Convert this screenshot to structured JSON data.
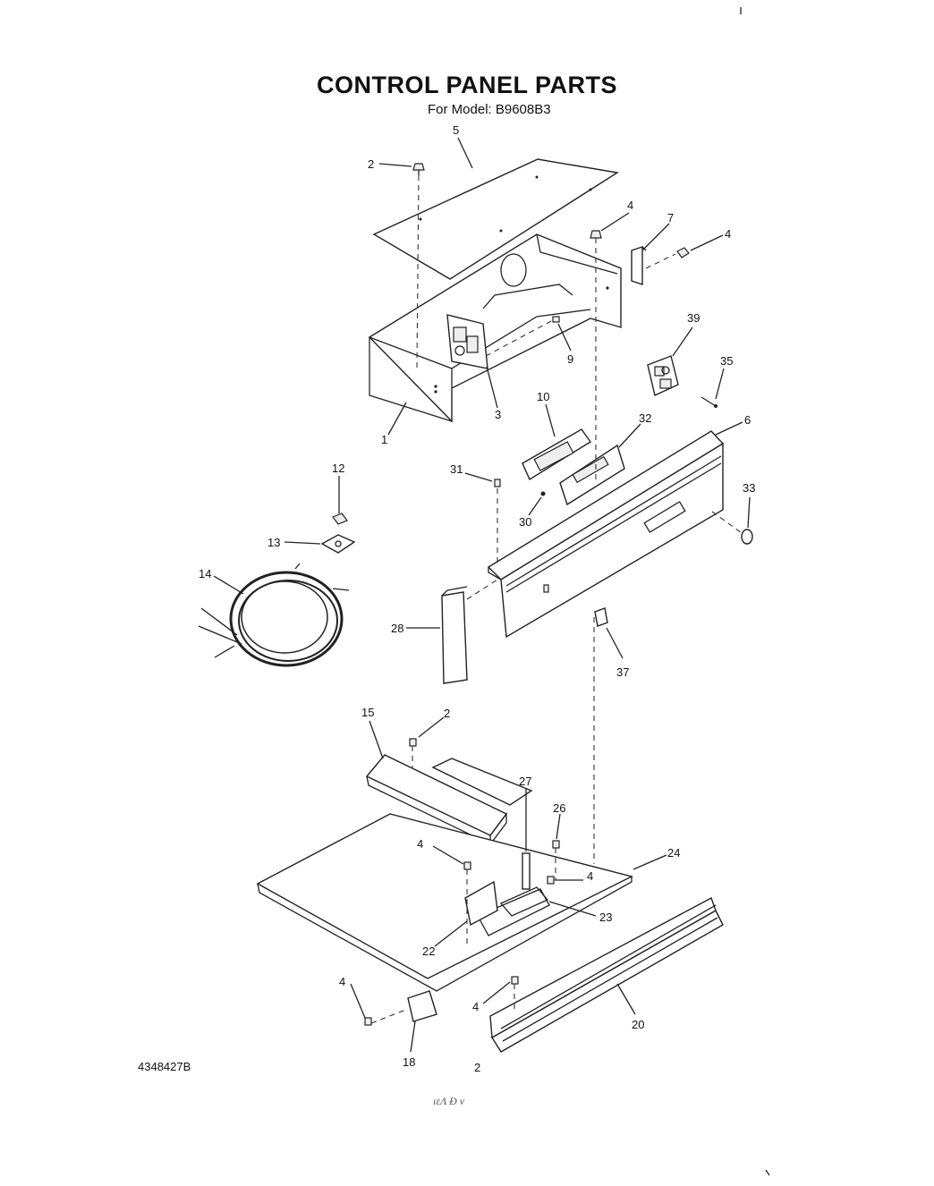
{
  "header": {
    "title": "CONTROL PANEL PARTS",
    "subtitle": "For Model: B9608B3"
  },
  "footer": {
    "doc_number": "4348427B",
    "page_mark": "2",
    "handwritten": "ιεΛ  Ɖ  ν"
  },
  "callouts": [
    {
      "id": "c5",
      "label": "5"
    },
    {
      "id": "c2a",
      "label": "2"
    },
    {
      "id": "c4a",
      "label": "4"
    },
    {
      "id": "c7",
      "label": "7"
    },
    {
      "id": "c4b",
      "label": "4"
    },
    {
      "id": "c39",
      "label": "39"
    },
    {
      "id": "c35",
      "label": "35"
    },
    {
      "id": "c9",
      "label": "9"
    },
    {
      "id": "c3",
      "label": "3"
    },
    {
      "id": "c1",
      "label": "1"
    },
    {
      "id": "c10",
      "label": "10"
    },
    {
      "id": "c32",
      "label": "32"
    },
    {
      "id": "c6",
      "label": "6"
    },
    {
      "id": "c31",
      "label": "31"
    },
    {
      "id": "c33",
      "label": "33"
    },
    {
      "id": "c30",
      "label": "30"
    },
    {
      "id": "c12",
      "label": "12"
    },
    {
      "id": "c13",
      "label": "13"
    },
    {
      "id": "c14",
      "label": "14"
    },
    {
      "id": "c28",
      "label": "28"
    },
    {
      "id": "c37",
      "label": "37"
    },
    {
      "id": "c15",
      "label": "15"
    },
    {
      "id": "c2b",
      "label": "2"
    },
    {
      "id": "c27",
      "label": "27"
    },
    {
      "id": "c26",
      "label": "26"
    },
    {
      "id": "c4c",
      "label": "4"
    },
    {
      "id": "c24",
      "label": "24"
    },
    {
      "id": "c4d",
      "label": "4"
    },
    {
      "id": "c23",
      "label": "23"
    },
    {
      "id": "c22",
      "label": "22"
    },
    {
      "id": "c4e",
      "label": "4"
    },
    {
      "id": "c4f",
      "label": "4"
    },
    {
      "id": "c20",
      "label": "20"
    },
    {
      "id": "c18",
      "label": "18"
    }
  ]
}
